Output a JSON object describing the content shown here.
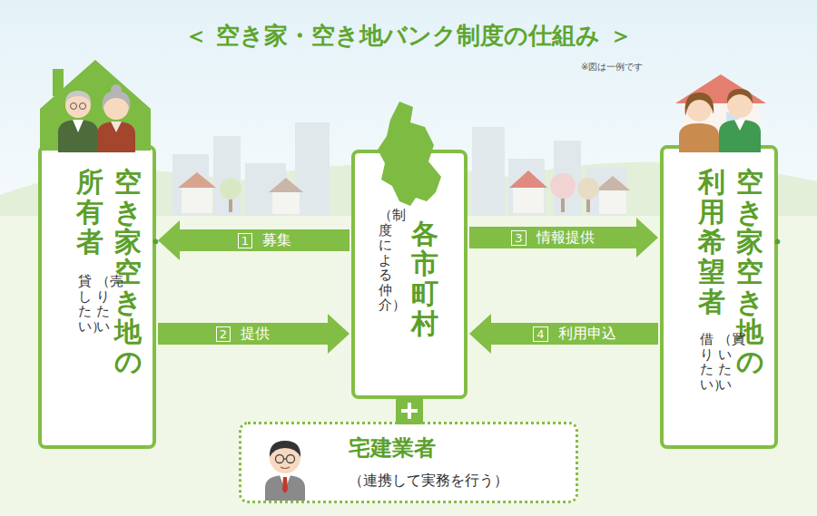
{
  "diagram": {
    "title": "＜ 空き家・空き地バンク制度の仕組み ＞",
    "nodes": [
      {
        "text": [
          "空き家・空き地の 所有者",
          "（売りたい 貸したい）"
        ]
      },
      {
        "text": [
          "各市町村",
          "（制度による仲介）"
        ]
      },
      {
        "text": [
          "空き家・空き地の 利用希望者",
          "（買いたい 借りたい）"
        ]
      },
      {
        "text": [
          "宅建業者",
          "（連携して実務を行う）"
        ]
      }
    ],
    "edges": [
      {
        "from": 1,
        "to": 0,
        "arrow": "to",
        "label": "1 募集"
      },
      {
        "from": 0,
        "to": 1,
        "arrow": "to",
        "label": "2 提供"
      },
      {
        "from": 1,
        "to": 2,
        "arrow": "to",
        "label": "3 情報提供"
      },
      {
        "from": 2,
        "to": 1,
        "arrow": "to",
        "label": "4 利用申込"
      },
      {
        "from": 1,
        "to": 3,
        "arrow": "none"
      }
    ],
    "labels": [
      "※図は一例です"
    ]
  }
}
